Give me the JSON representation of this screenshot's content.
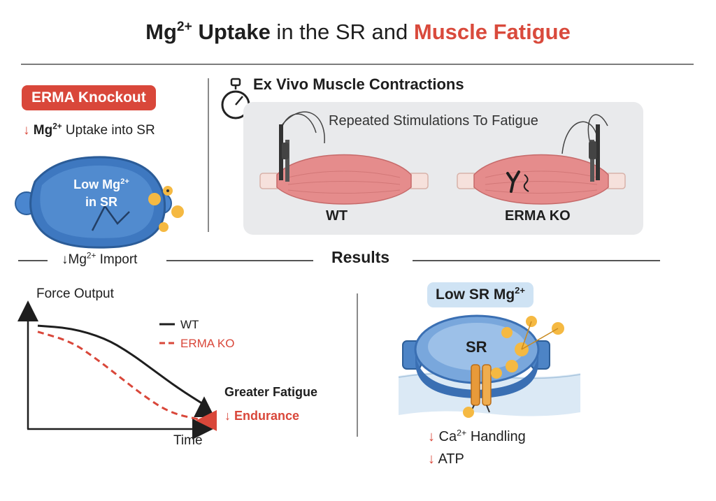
{
  "title": {
    "part1": "Mg",
    "part1_sup": "2+",
    "part2": " Uptake",
    "part3": " in the SR and ",
    "part4": "Muscle Fatigue"
  },
  "left_panel": {
    "badge": "ERMA Knockout",
    "uptake_arrow": "↓",
    "uptake_bold": "Mg",
    "uptake_sup": "2+",
    "uptake_rest": " Uptake into SR",
    "sr_line1": "Low Mg",
    "sr_line1_sup": "2+",
    "sr_line2": "in SR",
    "import_arrow": "↓",
    "import_main": "Mg",
    "import_sup": "2+",
    "import_rest": " Import"
  },
  "ex_vivo": {
    "heading": "Ex Vivo Muscle Contractions",
    "subtitle": "Repeated Stimulations To Fatigue",
    "wt_label": "WT",
    "ko_label": "ERMA KO"
  },
  "results": {
    "heading": "Results"
  },
  "chart_data": {
    "type": "line",
    "ylabel": "Force Output",
    "xlabel": "Time",
    "series": [
      {
        "name": "WT",
        "style": "solid",
        "color": "#1e1e1e",
        "x": [
          0,
          0.2,
          0.4,
          0.55,
          0.7,
          0.85,
          1.0
        ],
        "y": [
          0.85,
          0.83,
          0.75,
          0.63,
          0.48,
          0.33,
          0.2
        ]
      },
      {
        "name": "ERMA KO",
        "style": "dashed",
        "color": "#d9473a",
        "x": [
          0,
          0.2,
          0.35,
          0.5,
          0.65,
          0.8,
          1.0
        ],
        "y": [
          0.8,
          0.72,
          0.58,
          0.42,
          0.26,
          0.13,
          0.07
        ]
      }
    ],
    "annotations": [
      {
        "text": "Greater Fatigue",
        "color": "#1e1e1e"
      },
      {
        "text": "↓ Endurance",
        "color": "#d9473a"
      }
    ],
    "legend_position": "top-right",
    "grid": false
  },
  "sr_panel": {
    "badge_main": "Low SR Mg",
    "badge_sup": "2+",
    "sr_label": "SR",
    "effect1_arrow": "↓",
    "effect1_main": " Ca",
    "effect1_sup": "2+",
    "effect1_rest": " Handling",
    "effect2_arrow": "↓",
    "effect2_main": " ATP"
  },
  "colors": {
    "accent_red": "#d9473a",
    "sr_blue": "#3f78c2",
    "muscle_pink": "#e58c8c",
    "ion_yellow": "#f5b942"
  }
}
